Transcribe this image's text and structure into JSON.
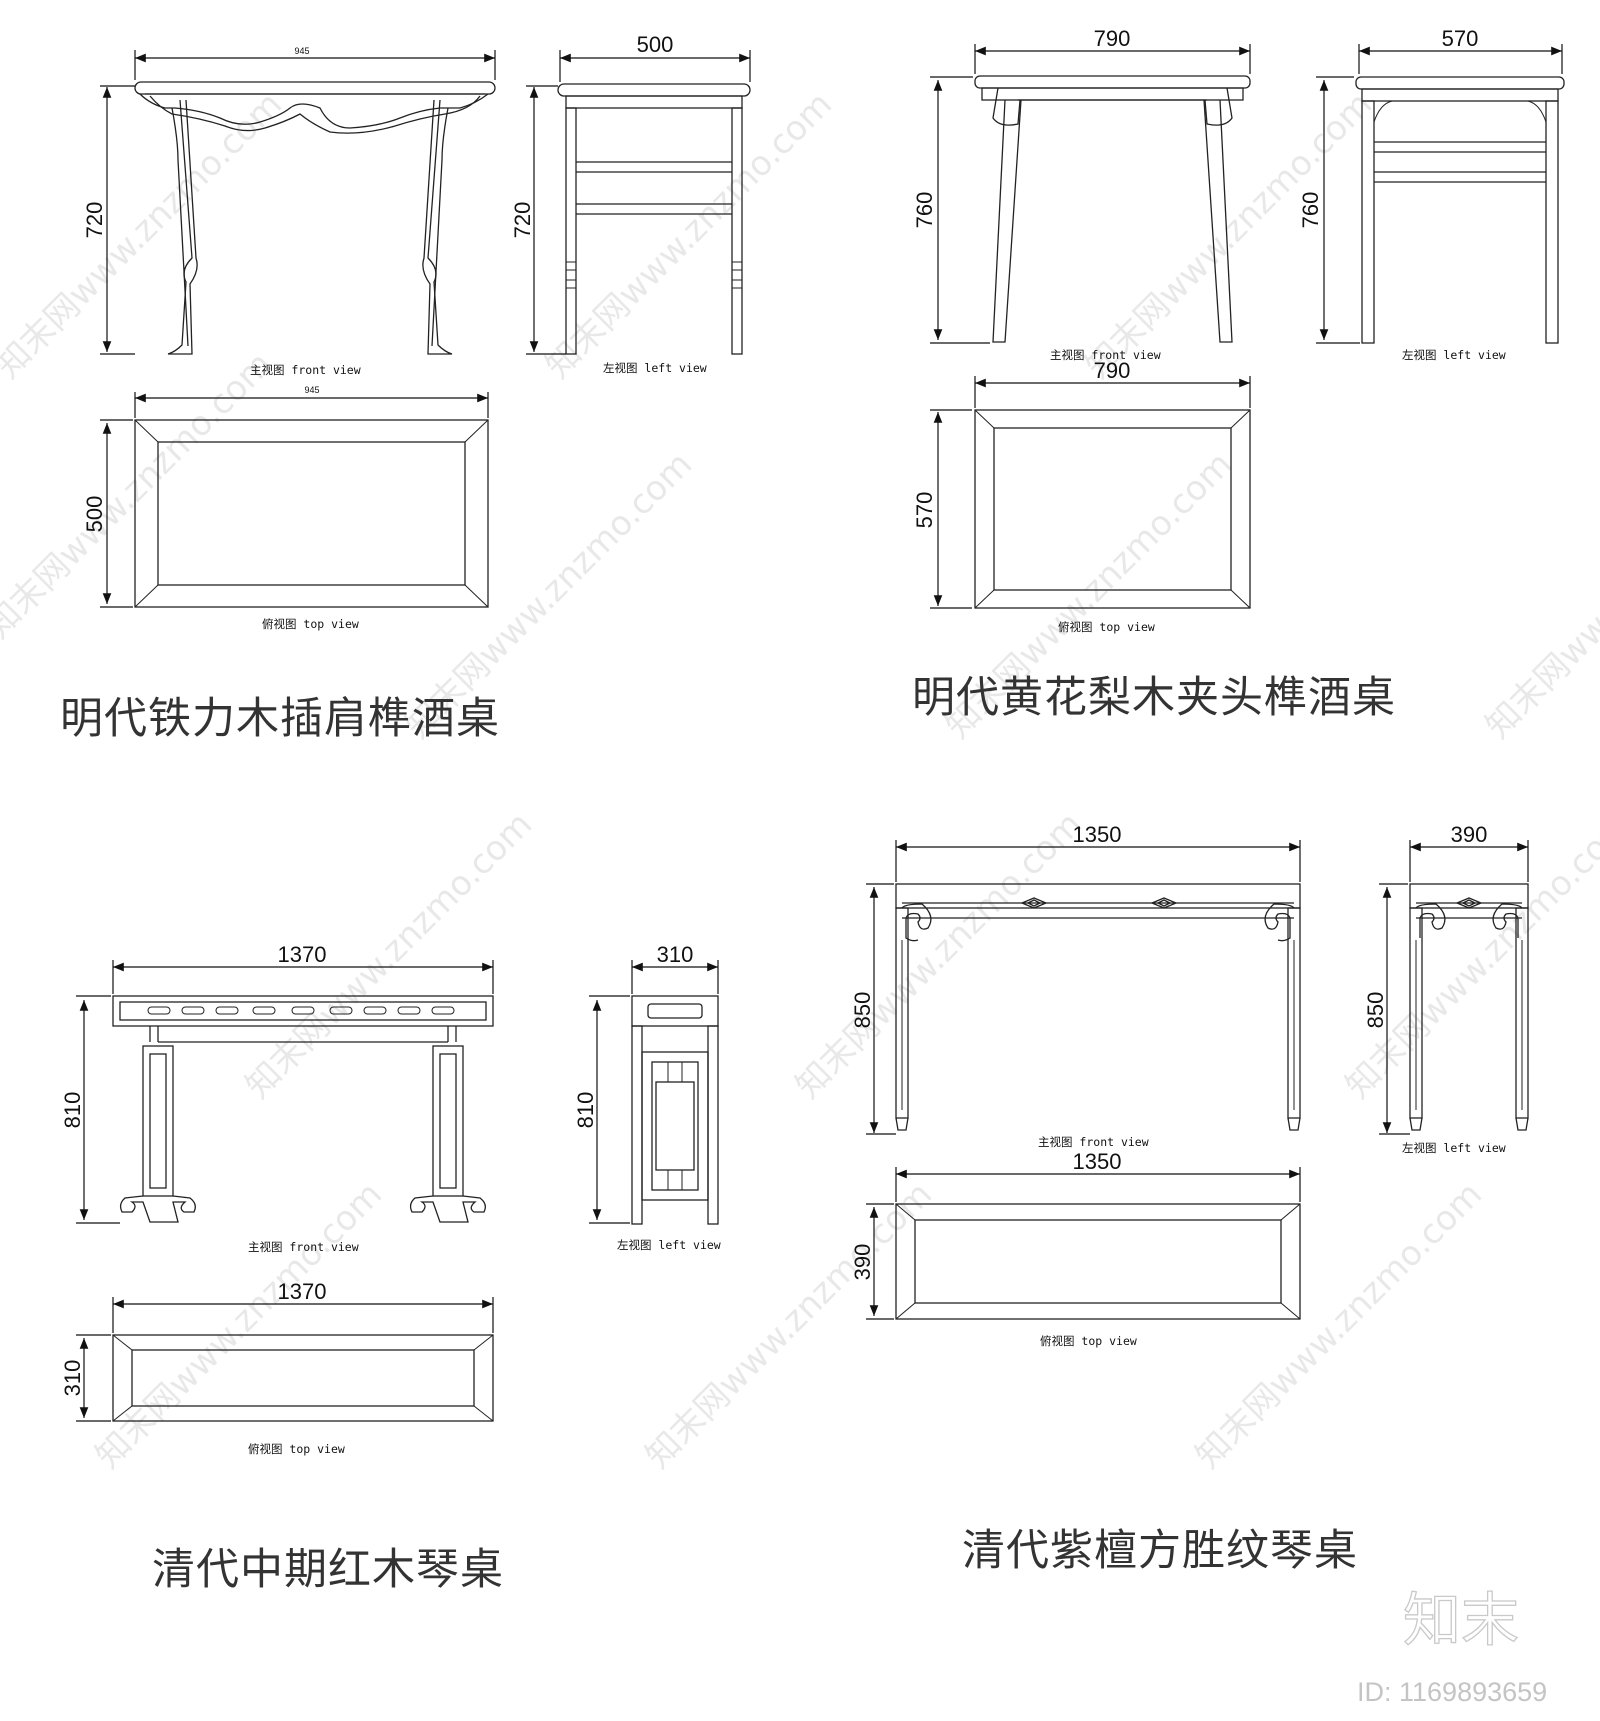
{
  "captions": {
    "front": "主视图   front view",
    "left": "左视图   left view",
    "top": "俯视图   top view"
  },
  "tables": [
    {
      "title": "明代铁力木插肩榫酒桌",
      "front_width": "945",
      "top_width": "945",
      "height": "720",
      "side_height": "720",
      "depth": "500",
      "top_depth": "500"
    },
    {
      "title": "明代黄花梨木夹头榫酒桌",
      "front_width": "790",
      "top_width": "790",
      "height": "760",
      "side_height": "760",
      "depth": "570",
      "top_depth": "570"
    },
    {
      "title": "清代中期红木琴桌",
      "front_width": "1370",
      "top_width": "1370",
      "height": "810",
      "side_height": "810",
      "depth": "310",
      "top_depth": "310"
    },
    {
      "title": "清代紫檀方胜纹琴桌",
      "front_width": "1350",
      "top_width": "1350",
      "height": "850",
      "side_height": "850",
      "depth": "390",
      "top_depth": "390"
    }
  ],
  "watermark": {
    "text": "知末网www.znzmo.com",
    "logo": "知末",
    "id": "ID: 1169893659"
  }
}
